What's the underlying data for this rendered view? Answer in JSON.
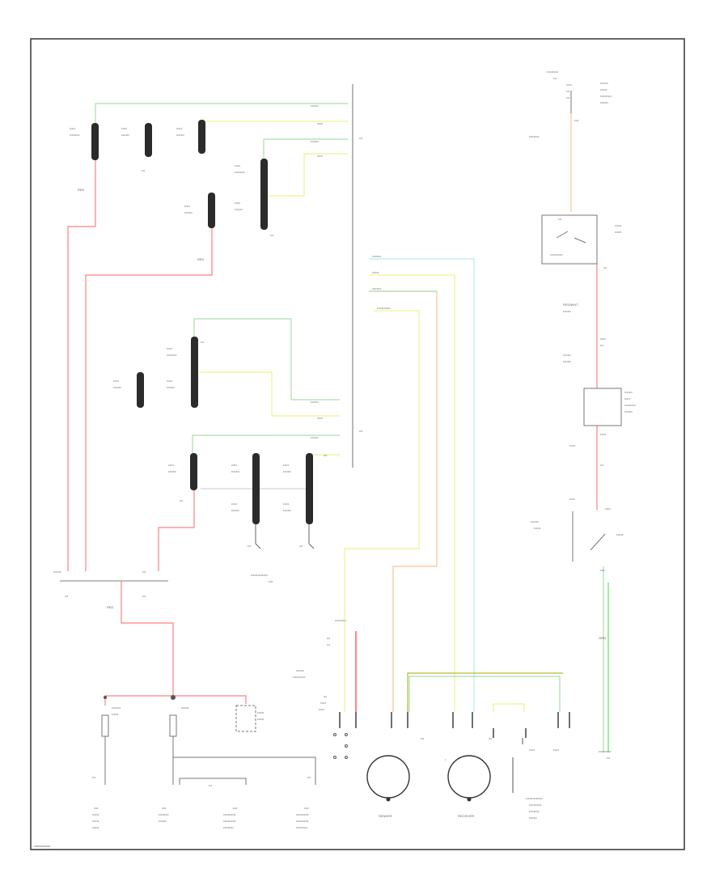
{
  "diagram": {
    "wire_colors": {
      "red": "#ff8080",
      "green": "#a8e0a8",
      "yellow": "#f0f090",
      "orange": "#ffc090",
      "light_blue": "#b8ecec",
      "dark_yellow": "#b8b830",
      "bright_red": "#ff3333",
      "bright_green": "#66dd66"
    },
    "components": {
      "sender": {
        "label": "SENDER"
      },
      "receiver": {
        "label": "RECEIVER"
      }
    },
    "wire_labels": {
      "red_top": "RED",
      "red_mid": "RED",
      "red_splice": "RED",
      "red_right": "RED/WHT",
      "green": "GRN"
    }
  }
}
